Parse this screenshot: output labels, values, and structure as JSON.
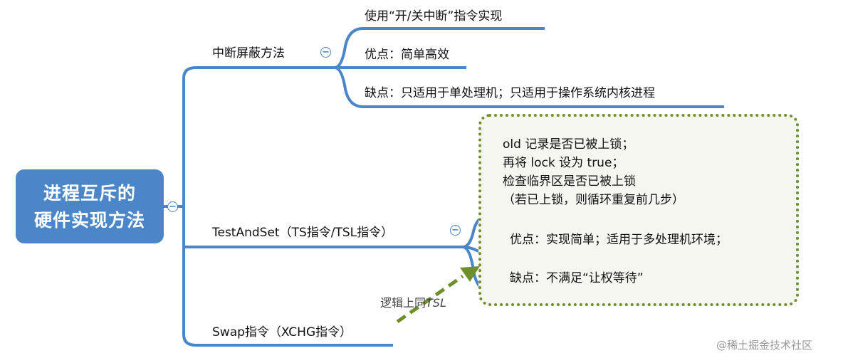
{
  "root": {
    "line1": "进程互斥的",
    "line2": "硬件实现方法"
  },
  "branches": [
    {
      "label": "中断屏蔽方法",
      "children": [
        "使用“开/关中断”指令实现",
        "优点：简单高效",
        "缺点：只适用于单处理机；只适用于操作系统内核进程"
      ]
    },
    {
      "label": "TestAndSet（TS指令/TSL指令）",
      "note": [
        "old 记录是否已被上锁；",
        "再将 lock 设为 true；",
        "检查临界区是否已被上锁",
        "（若已上锁，则循环重复前几步）"
      ],
      "children": [
        "优点：实现简单；适用于多处理机环境；",
        "缺点：不满足“让权等待”"
      ]
    },
    {
      "label": "Swap指令（XCHG指令）"
    }
  ],
  "annotation": {
    "text": "逻辑上同",
    "italic": "TSL"
  },
  "collapse_symbol": "−",
  "watermark": "@稀土掘金技术社区",
  "colors": {
    "root_fill": "#4a86c8",
    "connector": "#4a86c8",
    "green_box_border": "#6f8f2a",
    "arrow": "#6f8f2a"
  }
}
